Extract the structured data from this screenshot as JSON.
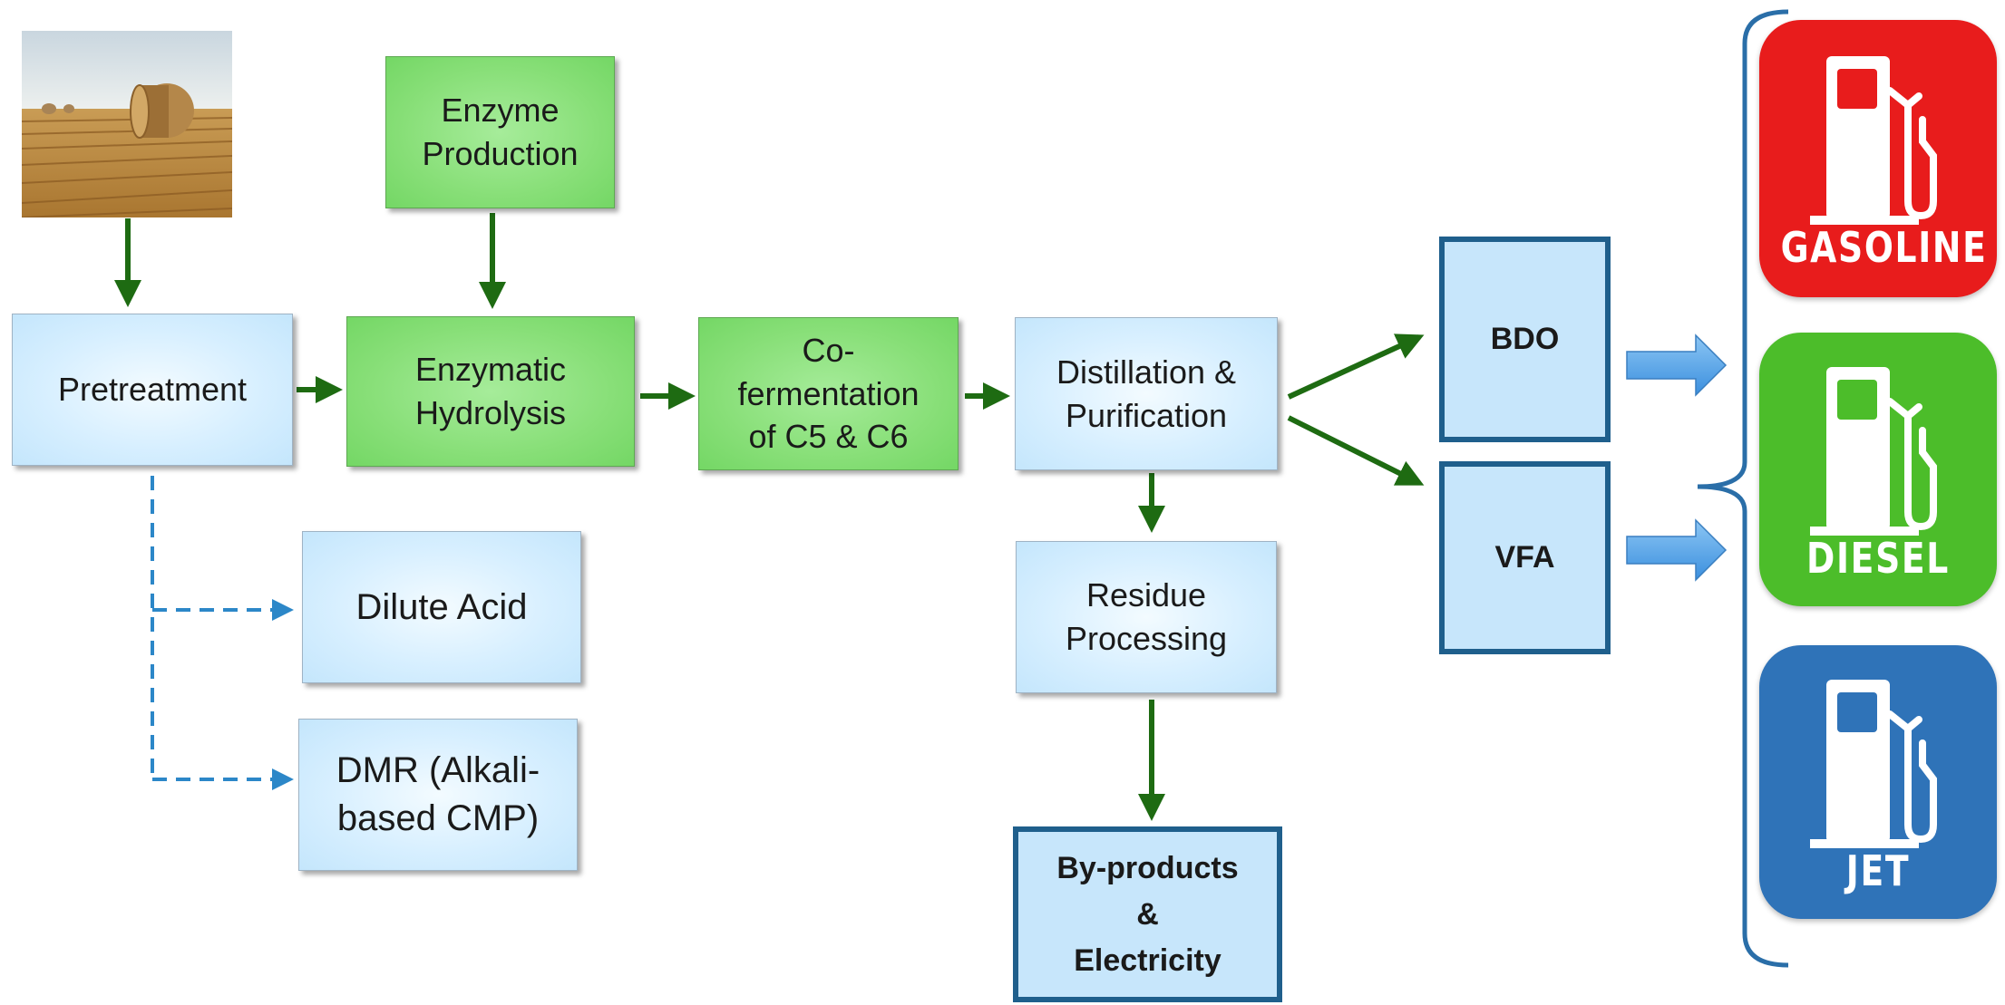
{
  "nodes": {
    "pretreatment": "Pretreatment",
    "enzyme_production": "Enzyme\nProduction",
    "enzymatic_hydrolysis": "Enzymatic\nHydrolysis",
    "cofermentation": "Co-\nfermentation\nof C5 & C6",
    "distillation": "Distillation &\nPurification",
    "dilute_acid": "Dilute Acid",
    "dmr": "DMR (Alkali-\nbased CMP)",
    "residue": "Residue\nProcessing",
    "byproducts": "By-products\n&\nElectricity",
    "bdo": "BDO",
    "vfa": "VFA"
  },
  "fuels": [
    {
      "label": "GASOLINE",
      "color": "#e81c1c",
      "icon": "fuel-pump-icon"
    },
    {
      "label": "DIESEL",
      "color": "#4cbd2a",
      "icon": "fuel-pump-icon"
    },
    {
      "label": "JET",
      "color": "#2f73b8",
      "icon": "fuel-pump-icon"
    }
  ],
  "colors": {
    "arrow_green": "#1e6b12",
    "dashed_blue": "#2c87c8",
    "block_arrow": "#4a9be0",
    "brace": "#2a6ea8"
  },
  "image": {
    "icon": "wheat-field-hay-bale-photo"
  }
}
